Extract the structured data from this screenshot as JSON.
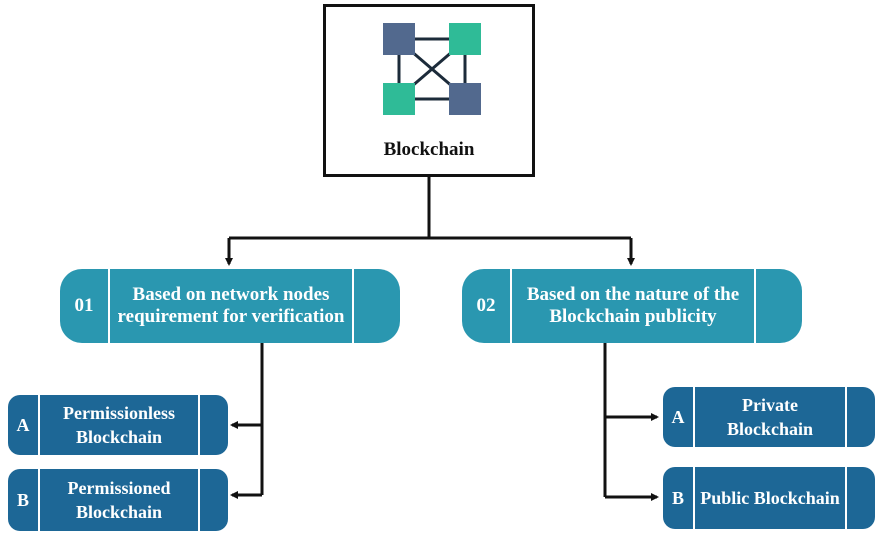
{
  "colors": {
    "branch_fill": "#2a97b0",
    "leaf_fill": "#1d6796",
    "connector": "#111111",
    "logo_slate": "#52698e",
    "logo_teal": "#2fbb97"
  },
  "root": {
    "title": "Blockchain",
    "logo_icon": "blockchain-network-icon"
  },
  "branches": [
    {
      "number": "01",
      "label": "Based on network nodes requirement for verification",
      "children": [
        {
          "letter": "A",
          "label": "Permissionless Blockchain"
        },
        {
          "letter": "B",
          "label": "Permissioned Blockchain"
        }
      ]
    },
    {
      "number": "02",
      "label": "Based on the nature of the Blockchain publicity",
      "children": [
        {
          "letter": "A",
          "label": "Private Blockchain"
        },
        {
          "letter": "B",
          "label": "Public Blockchain"
        }
      ]
    }
  ]
}
